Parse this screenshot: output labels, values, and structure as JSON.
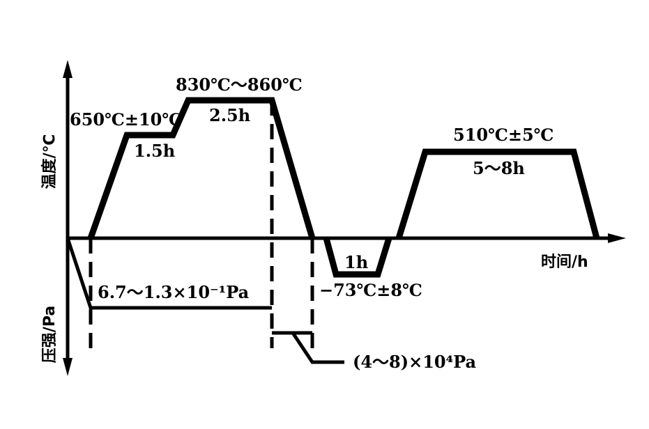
{
  "axes": {
    "y_upper_label": "温度/℃",
    "y_lower_label": "压强/Pa",
    "x_label": "时间/h"
  },
  "annotations": {
    "step1_temp": "650℃±10℃",
    "step1_time": "1.5h",
    "step2_temp": "830℃～860℃",
    "step2_time": "2.5h",
    "cryo_time": "1h",
    "cryo_temp": "−73℃±8℃",
    "temper_temp": "510℃±5℃",
    "temper_time": "5～8h",
    "vacuum_pressure": "6.7～1.3×10⁻¹Pa",
    "gas_pressure": "(4～8)×10⁴Pa"
  }
}
